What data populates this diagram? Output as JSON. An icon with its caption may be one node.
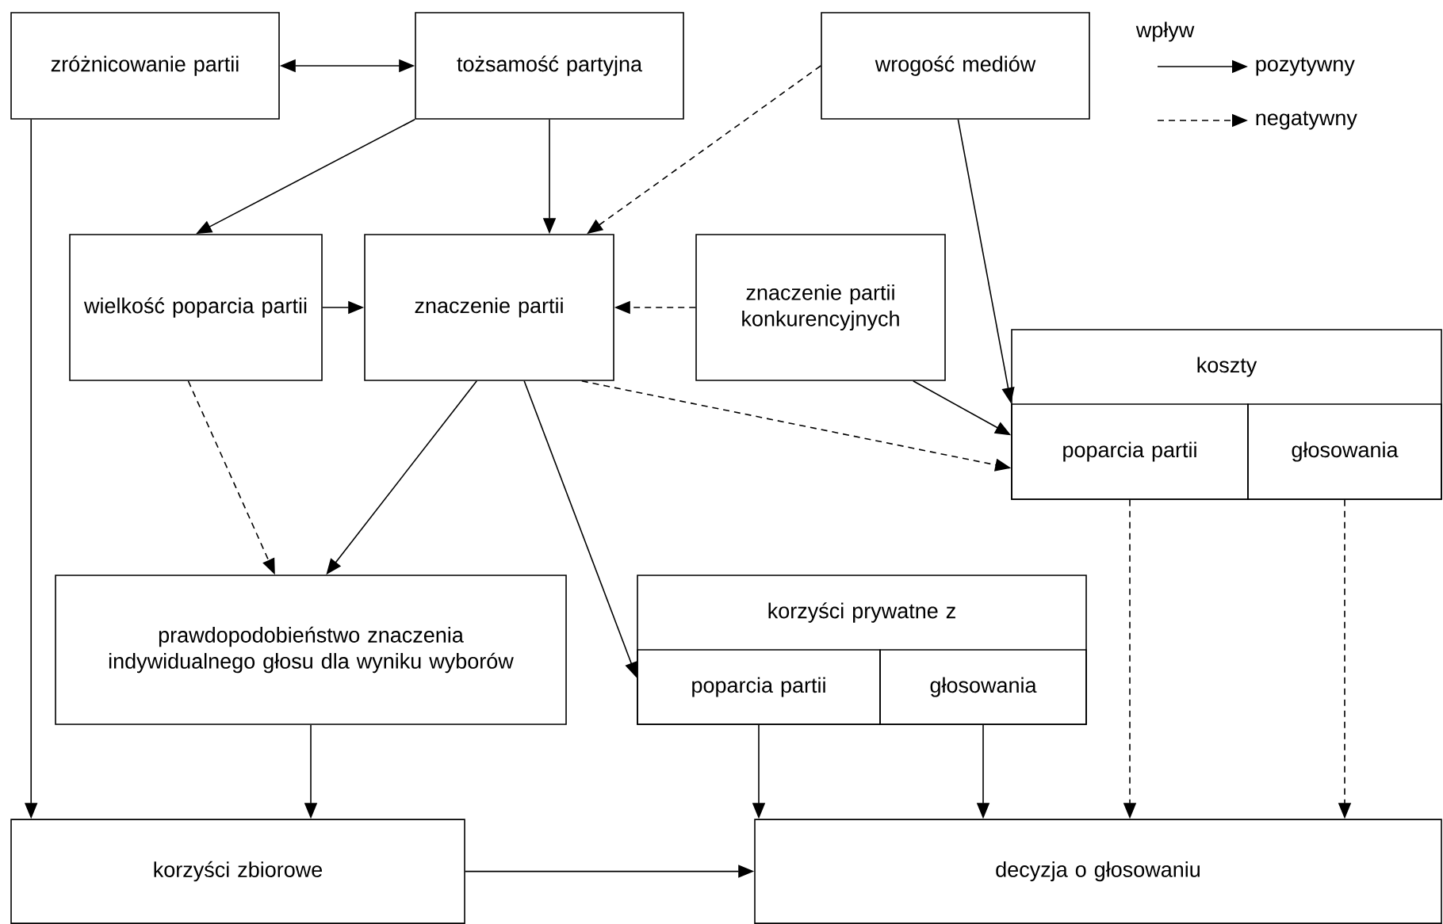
{
  "diagram": {
    "nodes": [
      {
        "text": [
          "zróżnicowanie partii"
        ]
      },
      {
        "text": [
          "tożsamość partyjna"
        ]
      },
      {
        "text": [
          "wrogość mediów"
        ]
      },
      {
        "text": [
          "wielkość poparcia partii"
        ]
      },
      {
        "text": [
          "znaczenie partii"
        ]
      },
      {
        "text": [
          "znaczenie partii konkurencyjnych"
        ]
      },
      {
        "text": [
          "koszty"
        ]
      },
      {
        "text": [
          "poparcia partii"
        ],
        "in": 6
      },
      {
        "text": [
          "głosowania"
        ],
        "in": 6
      },
      {
        "text": [
          "prawdopodobieństwo znaczenia indywidualnego głosu dla wyniku wyborów"
        ]
      },
      {
        "text": [
          "korzyści prywatne z"
        ]
      },
      {
        "text": [
          "poparcia partii"
        ],
        "in": 10
      },
      {
        "text": [
          "głosowania"
        ],
        "in": 10
      },
      {
        "text": [
          "korzyści zbiorowe"
        ]
      },
      {
        "text": [
          "decyzja o głosowaniu"
        ]
      }
    ],
    "edges": [
      {
        "from": 0,
        "to": 1,
        "arrow": "both"
      },
      {
        "from": 1,
        "to": 3,
        "arrow": "to"
      },
      {
        "from": 1,
        "to": 4,
        "arrow": "to"
      },
      {
        "from": 2,
        "to": 4,
        "arrow": "to",
        "style": "dashed"
      },
      {
        "from": 3,
        "to": 4,
        "arrow": "to"
      },
      {
        "from": 5,
        "to": 4,
        "arrow": "to",
        "style": "dashed"
      },
      {
        "from": 4,
        "to": 9,
        "arrow": "to"
      },
      {
        "from": 3,
        "to": 9,
        "arrow": "to",
        "style": "dashed"
      },
      {
        "from": 4,
        "to": 11,
        "arrow": "to"
      },
      {
        "from": 4,
        "to": 7,
        "arrow": "to",
        "style": "dashed"
      },
      {
        "from": 5,
        "to": 7,
        "arrow": "to"
      },
      {
        "from": 2,
        "to": 7,
        "arrow": "to"
      },
      {
        "from": 0,
        "to": 13,
        "arrow": "to"
      },
      {
        "from": 9,
        "to": 13,
        "arrow": "to"
      },
      {
        "from": 13,
        "to": 14,
        "arrow": "to"
      },
      {
        "from": 11,
        "to": 14,
        "arrow": "to"
      },
      {
        "from": 12,
        "to": 14,
        "arrow": "to"
      },
      {
        "from": 7,
        "to": 14,
        "arrow": "to",
        "style": "dashed"
      },
      {
        "from": 8,
        "to": 14,
        "arrow": "to",
        "style": "dashed"
      }
    ],
    "labels": [
      "wpływ"
    ],
    "legend": [
      {
        "text": "pozytywny"
      },
      {
        "text": "negatywny"
      }
    ]
  }
}
